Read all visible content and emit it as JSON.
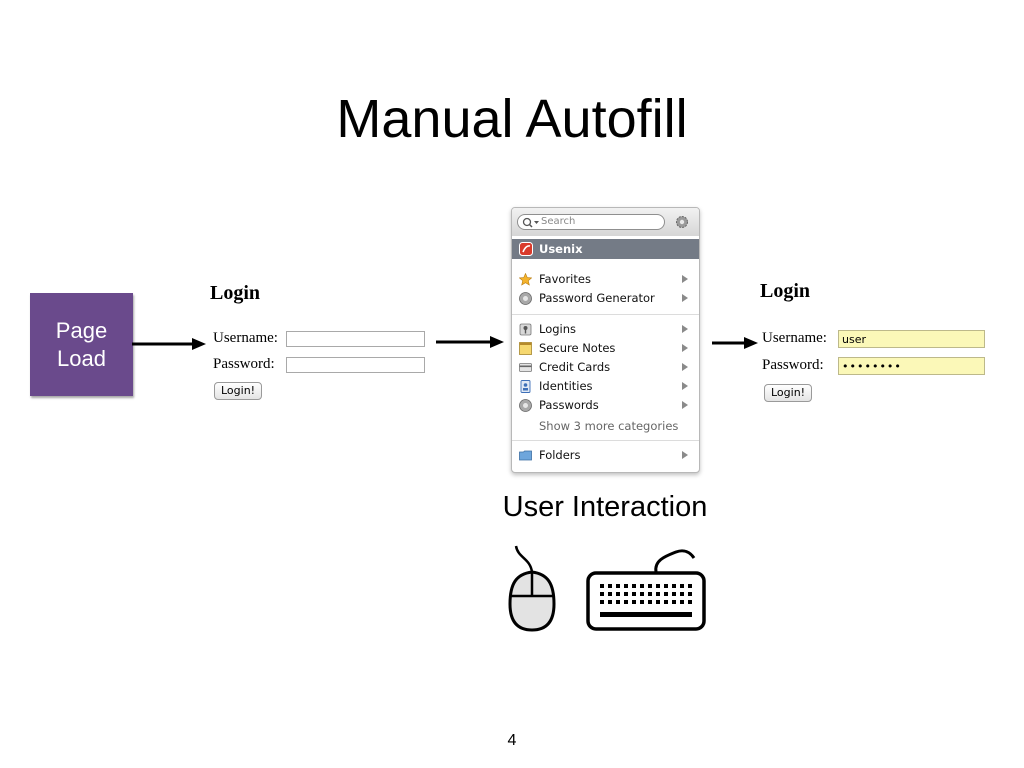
{
  "slide": {
    "title": "Manual Autofill",
    "page_number": "4",
    "caption": "User Interaction"
  },
  "page_load": {
    "line1": "Page",
    "line2": "Load"
  },
  "login_before": {
    "heading": "Login",
    "username_label": "Username:",
    "password_label": "Password:",
    "username_value": "",
    "password_value": "",
    "button_label": "Login!"
  },
  "login_after": {
    "heading": "Login",
    "username_label": "Username:",
    "password_label": "Password:",
    "username_value": "user",
    "password_value": "••••••••",
    "button_label": "Login!"
  },
  "popup": {
    "search_placeholder": "Search",
    "selected": "Usenix",
    "groups": [
      [
        {
          "label": "Favorites",
          "icon": "star-icon"
        },
        {
          "label": "Password Generator",
          "icon": "gear-icon"
        }
      ],
      [
        {
          "label": "Logins",
          "icon": "key-icon"
        },
        {
          "label": "Secure Notes",
          "icon": "notepad-icon"
        },
        {
          "label": "Credit Cards",
          "icon": "credit-card-icon"
        },
        {
          "label": "Identities",
          "icon": "id-card-icon"
        },
        {
          "label": "Passwords",
          "icon": "gear-icon"
        }
      ],
      [
        {
          "label": "Folders",
          "icon": "folder-icon"
        }
      ]
    ],
    "more_label": "Show 3 more categories"
  },
  "colors": {
    "page_load_box": "#6a4a8c",
    "popup_selected": "#747b86",
    "autofilled_field": "#fbf8b8"
  },
  "icons": [
    "search-icon",
    "gear-icon",
    "usenix-logo-icon",
    "arrow-right-icon",
    "mouse-icon",
    "keyboard-icon"
  ]
}
